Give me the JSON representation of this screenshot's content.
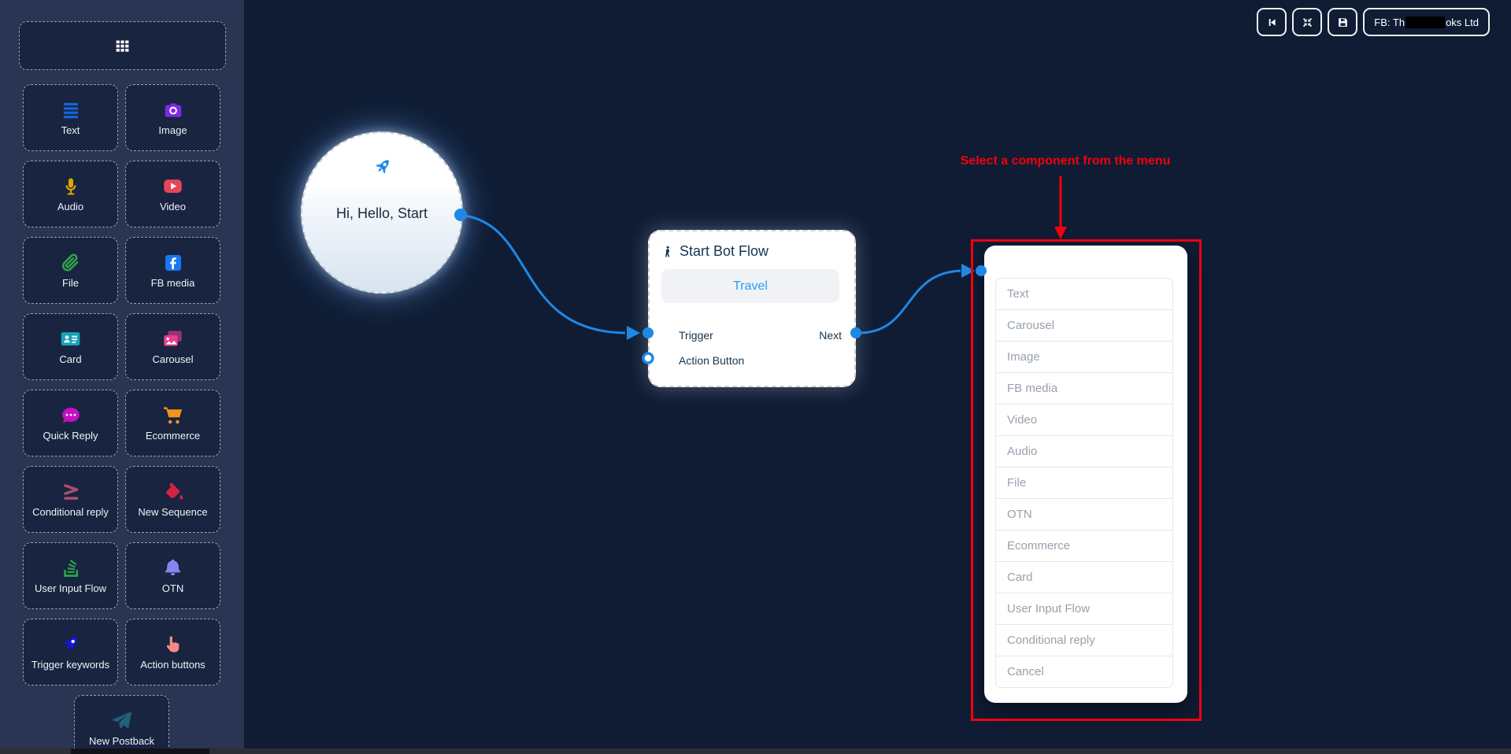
{
  "toolbar": {
    "buttons": [
      {
        "icon": "step-backward-icon"
      },
      {
        "icon": "compress-icon"
      },
      {
        "icon": "save-icon"
      }
    ],
    "page_button": {
      "prefix": "FB: Th",
      "suffix": "oks Ltd",
      "redacted": true
    }
  },
  "sidebar": {
    "menu_tile_icon": "grid-icon",
    "items": [
      {
        "label": "Text",
        "icon": "text-lines",
        "color": "#1565d8"
      },
      {
        "label": "Image",
        "icon": "camera",
        "color": "#7d2ae8"
      },
      {
        "label": "Audio",
        "icon": "microphone",
        "color": "#dfa500"
      },
      {
        "label": "Video",
        "icon": "video-play",
        "color": "#e8445a"
      },
      {
        "label": "File",
        "icon": "paperclip",
        "color": "#31a24c"
      },
      {
        "label": "FB media",
        "icon": "facebook",
        "color": "#1877f2"
      },
      {
        "label": "Card",
        "icon": "id-card",
        "color": "#17a2b8"
      },
      {
        "label": "Carousel",
        "icon": "images",
        "color": "#e83e8c"
      },
      {
        "label": "Quick Reply",
        "icon": "comment-dots",
        "color": "#c210c2"
      },
      {
        "label": "Ecommerce",
        "icon": "cart",
        "color": "#f7941d"
      },
      {
        "label": "Conditional reply",
        "icon": "greater-equal",
        "color": "#a8506f"
      },
      {
        "label": "New Sequence",
        "icon": "fill-drip",
        "color": "#d22343"
      },
      {
        "label": "User Input Flow",
        "icon": "stack",
        "color": "#28a745"
      },
      {
        "label": "OTN",
        "icon": "bell",
        "color": "#8585f0"
      },
      {
        "label": "Trigger keywords",
        "icon": "rocket",
        "color": "#1414f0"
      },
      {
        "label": "Action buttons",
        "icon": "hand-pointer",
        "color": "#f28b82"
      },
      {
        "label": "New Postback",
        "icon": "paper-plane",
        "color": "#20617a",
        "wide": true
      }
    ]
  },
  "canvas": {
    "start_node": {
      "label": "Hi, Hello, Start",
      "icon": "rocket",
      "icon_color": "#1e88e5"
    },
    "flow_card": {
      "icon": "walking",
      "title": "Start Bot Flow",
      "button_label": "Travel",
      "trigger_label": "Trigger",
      "next_label": "Next",
      "action_label": "Action Button"
    },
    "component_menu": {
      "items": [
        "Text",
        "Carousel",
        "Image",
        "FB media",
        "Video",
        "Audio",
        "File",
        "OTN",
        "Ecommerce",
        "Card",
        "User Input Flow",
        "Conditional reply",
        "Cancel"
      ]
    },
    "annotation": {
      "text": "Select a component from the menu",
      "color": "#f2000c"
    }
  },
  "colors": {
    "canvas_bg": "#0f1c34",
    "sidebar_bg": "#2a3453",
    "tile_bg": "#192440",
    "connector_blue": "#1e88e5",
    "annotation_red": "#f2000c",
    "card_text": "#14344f",
    "menu_item_text": "#98a1ac",
    "travel_blue": "#2e9df0"
  }
}
